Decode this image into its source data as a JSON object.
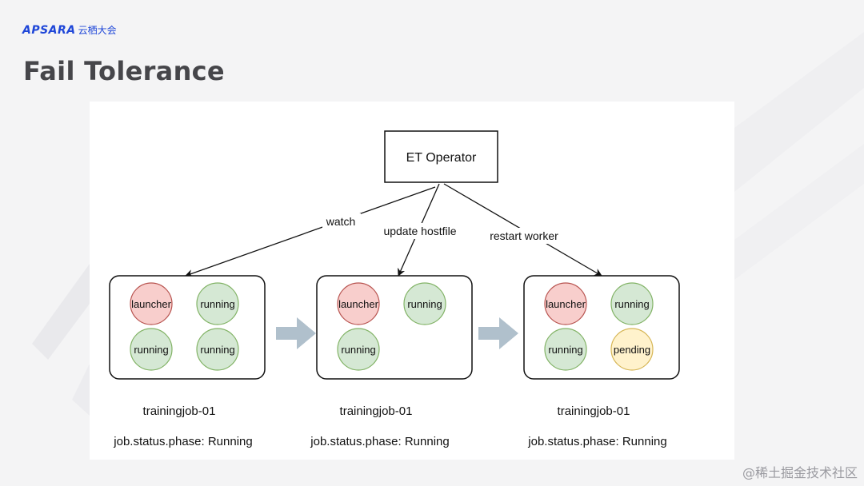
{
  "brand": {
    "logo_text": "APSARA",
    "cn_name": "云栖大会"
  },
  "slide": {
    "title": "Fail Tolerance"
  },
  "diagram": {
    "operator_label": "ET Operator",
    "edges": {
      "watch": "watch",
      "update": "update hostfile",
      "restart": "restart worker"
    },
    "groups": [
      {
        "job_name": "trainingjob-01",
        "phase_text": "job.status.phase: Running",
        "pods": [
          {
            "label": "launcher",
            "state": "launcher"
          },
          {
            "label": "running",
            "state": "running"
          },
          {
            "label": "running",
            "state": "running"
          },
          {
            "label": "running",
            "state": "running"
          }
        ]
      },
      {
        "job_name": "trainingjob-01",
        "phase_text": "job.status.phase: Running",
        "pods": [
          {
            "label": "launcher",
            "state": "launcher"
          },
          {
            "label": "running",
            "state": "running"
          },
          {
            "label": "running",
            "state": "running"
          }
        ]
      },
      {
        "job_name": "trainingjob-01",
        "phase_text": "job.status.phase: Running",
        "pods": [
          {
            "label": "launcher",
            "state": "launcher"
          },
          {
            "label": "running",
            "state": "running"
          },
          {
            "label": "running",
            "state": "running"
          },
          {
            "label": "pending",
            "state": "pending"
          }
        ]
      }
    ],
    "colors": {
      "launcher_fill": "#f8cecc",
      "launcher_stroke": "#b85450",
      "running_fill": "#d5e8d4",
      "running_stroke": "#82b366",
      "pending_fill": "#fff2cc",
      "pending_stroke": "#d6b656",
      "flow_arrow": "#b0c0cc"
    }
  },
  "watermark": "@稀土掘金技术社区"
}
